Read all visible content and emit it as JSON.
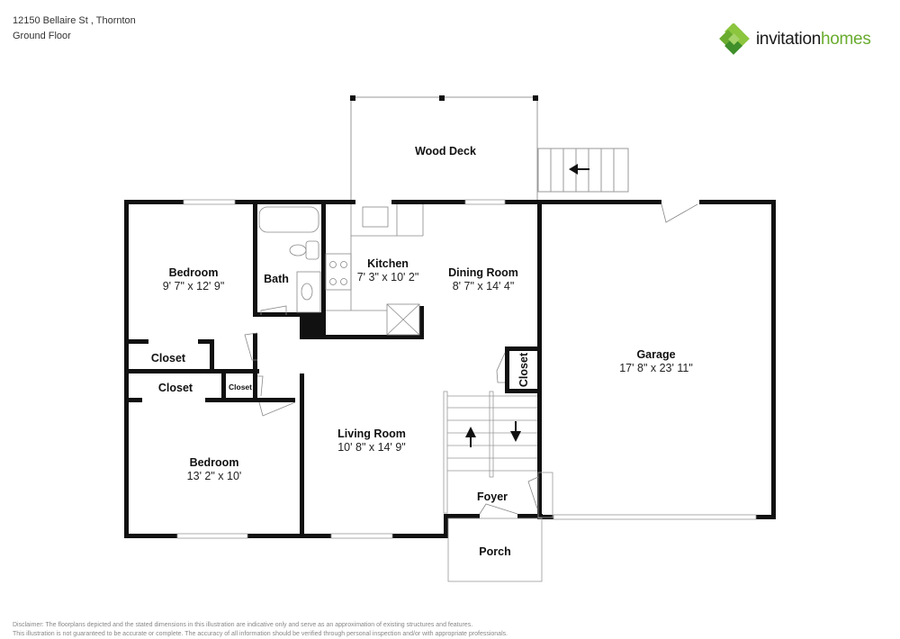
{
  "header": {
    "address": "12150 Bellaire St , Thornton",
    "floor": "Ground Floor"
  },
  "logo": {
    "word1": "invitation",
    "word2": "homes",
    "colors": {
      "dark": "#1a1a1a",
      "green": "#6aac2f",
      "light_green": "#8cc63f",
      "dark_green": "#3f8f2a"
    }
  },
  "rooms": {
    "wood_deck": {
      "label": "Wood Deck"
    },
    "bedroom1": {
      "label": "Bedroom",
      "dims": "9' 7\" x 12' 9\""
    },
    "bath": {
      "label": "Bath"
    },
    "kitchen": {
      "label": "Kitchen",
      "dims": "7' 3\" x 10' 2\""
    },
    "dining": {
      "label": "Dining Room",
      "dims": "8' 7\" x 14' 4\""
    },
    "garage": {
      "label": "Garage",
      "dims": "17' 8\" x 23' 11\""
    },
    "closet1": {
      "label": "Closet"
    },
    "closet2": {
      "label": "Closet"
    },
    "closet3": {
      "label": "Closet"
    },
    "closet4": {
      "label": "Closet"
    },
    "living": {
      "label": "Living Room",
      "dims": "10' 8\" x 14' 9\""
    },
    "bedroom2": {
      "label": "Bedroom",
      "dims": "13' 2\" x 10'"
    },
    "foyer": {
      "label": "Foyer"
    },
    "porch": {
      "label": "Porch"
    }
  },
  "disclaimer": {
    "line1": "Disclaimer: The floorplans depicted and the stated dimensions in this illustration are indicative only and serve as an approximation of existing structures and features.",
    "line2": "This illustration is not guaranteed to be accurate or complete. The accuracy of all information should be verified through personal inspection and/or with appropriate professionals."
  }
}
